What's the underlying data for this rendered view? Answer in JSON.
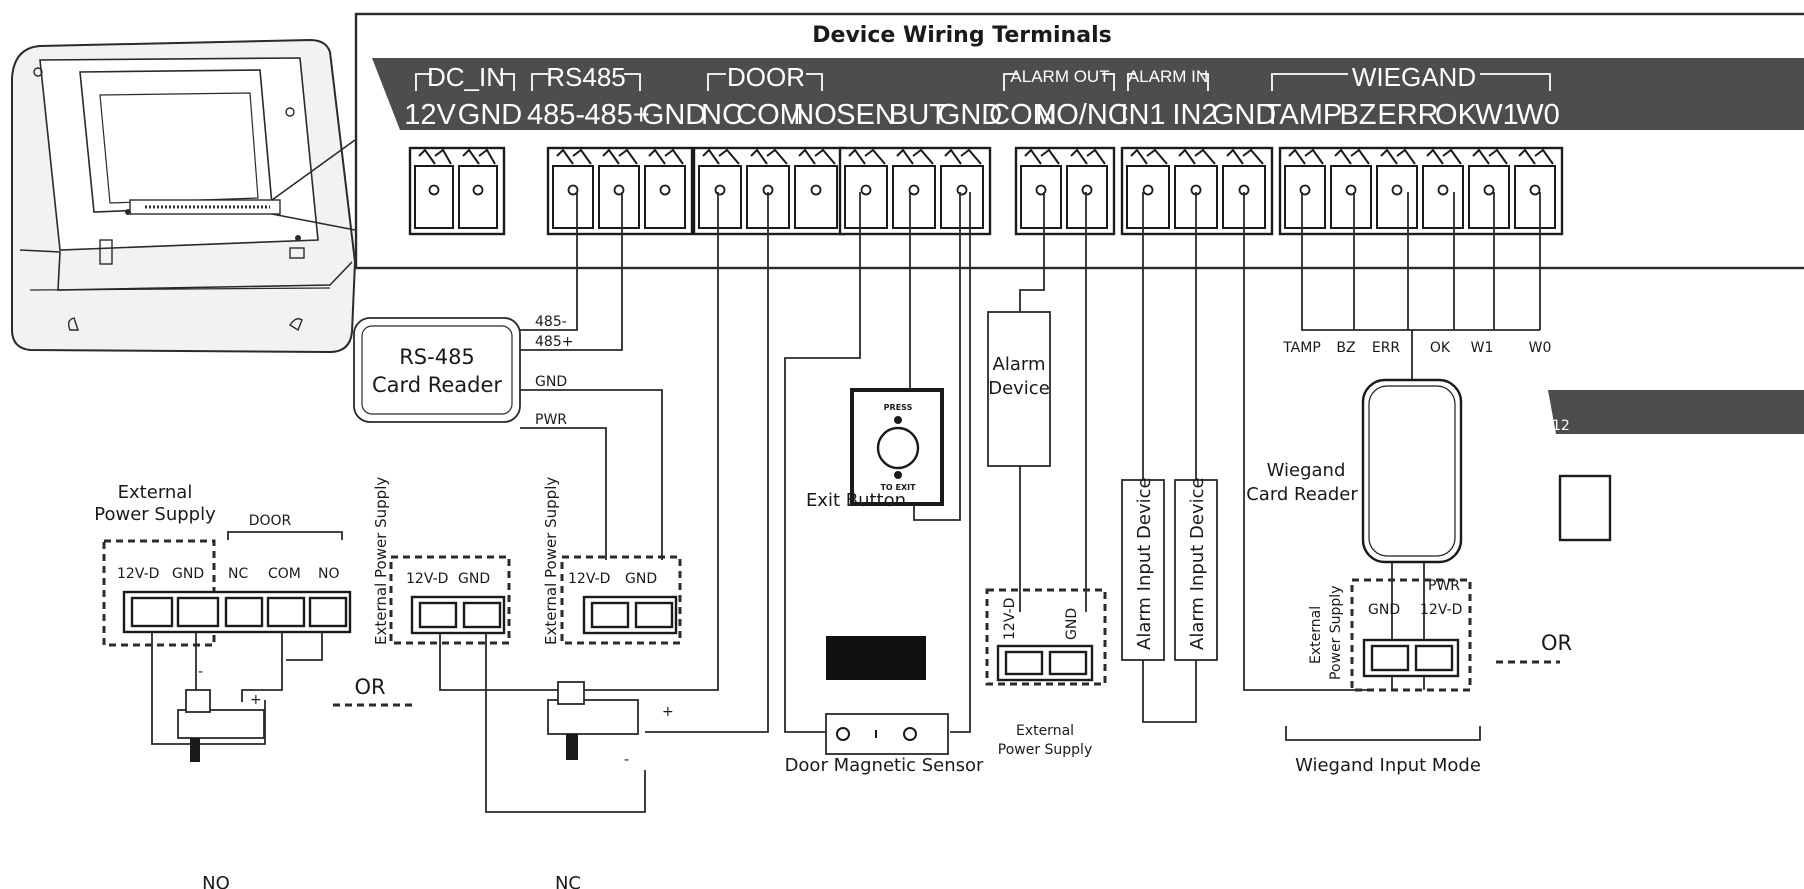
{
  "title": "Device Wiring Terminals",
  "groups": {
    "dc_in": "DC_IN",
    "rs485": "RS485",
    "door": "DOOR",
    "alarm_out": "ALARM OUT",
    "alarm_in": "ALARM IN",
    "wiegand": "WIEGAND"
  },
  "terminals": [
    "12V",
    "GND",
    "485-",
    "485+",
    "GND",
    "NC",
    "COM",
    "NO",
    "SEN",
    "BUT",
    "GND",
    "COM",
    "NO/NC",
    "IN1",
    "IN2",
    "GND",
    "TAMP",
    "BZ",
    "ERR",
    "OK",
    "W1",
    "W0"
  ],
  "rs485_reader": {
    "name_line1": "RS-485",
    "name_line2": "Card Reader",
    "wires": [
      "485-",
      "485+",
      "GND",
      "PWR"
    ]
  },
  "power_supply": {
    "name_line1": "External",
    "name_line2": "Power Supply",
    "vertical": "External Power Supply",
    "v12": "12V-D",
    "gnd": "GND"
  },
  "door_block": {
    "title": "DOOR",
    "nc": "NC",
    "com": "COM",
    "no": "NO"
  },
  "or_label": "OR",
  "lock_labels": {
    "no": "NO",
    "nc": "NC",
    "plus": "+",
    "minus": "-"
  },
  "exit_button": {
    "label": "Exit Button",
    "press": "PRESS",
    "to_exit": "TO EXIT"
  },
  "door_sensor": "Door Magnetic Sensor",
  "alarm_device": {
    "line1": "Alarm",
    "line2": "Device"
  },
  "alarm_input_device": "Alarm Input Device",
  "alarm_psu": {
    "line1": "External",
    "line2": "Power Supply"
  },
  "wiegand_reader": {
    "line1": "Wiegand",
    "line2": "Card Reader",
    "pins": [
      "TAMP",
      "BZ",
      "ERR",
      "OK",
      "W1",
      "W0"
    ],
    "pwr": "PWR",
    "psu_line1": "External",
    "psu_line2": "Power Supply",
    "mode": "Wiegand Input Mode"
  },
  "edge_label": "12"
}
